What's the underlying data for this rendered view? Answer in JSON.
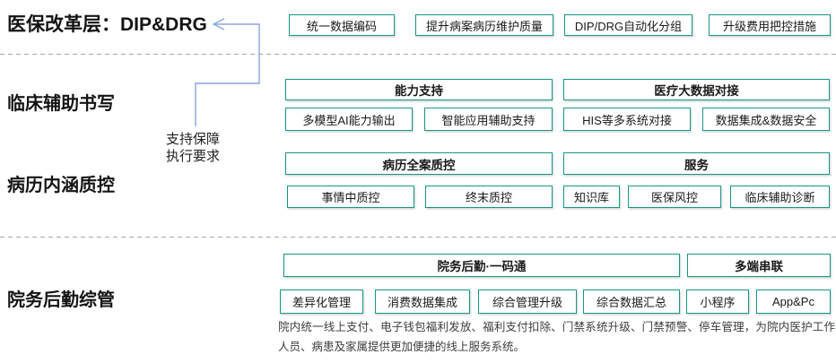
{
  "colors": {
    "box_border": "#169688",
    "connector_line": "#8ba6e0",
    "divider": "#a9a9a9"
  },
  "sections": {
    "reform": {
      "title": "医保改革层：DIP&DRG",
      "items": [
        "统一数据编码",
        "提升病案病历维护质量",
        "DIP/DRG自动化分组",
        "升级费用把控措施"
      ]
    },
    "middle": {
      "labels": [
        "临床辅助书写",
        "病历内涵质控"
      ],
      "note_line1": "支持保障",
      "note_line2": "执行要求",
      "groups_row1": [
        {
          "header": "能力支持",
          "items": [
            "多模型AI能力输出",
            "智能应用辅助支持"
          ]
        },
        {
          "header": "医疗大数据对接",
          "items": [
            "HIS等多系统对接",
            "数据集成&数据安全"
          ]
        }
      ],
      "groups_row2": [
        {
          "header": "病历全案质控",
          "items": [
            "事情中质控",
            "终末质控"
          ]
        },
        {
          "header": "服务",
          "items": [
            "知识库",
            "医保风控",
            "临床辅助诊断"
          ]
        }
      ]
    },
    "logistics": {
      "label": "院务后勤综管",
      "headers": [
        "院务后勤·一码通",
        "多端串联"
      ],
      "items": [
        "差异化管理",
        "消费数据集成",
        "综合管理升级",
        "综合数据汇总",
        "小程序",
        "App&Pc"
      ],
      "caption": "院内统一线上支付、电子钱包福利发放、福利支付扣除、门禁系统升级、门禁预警、停车管理，为院内医护工作人员、病患及家属提供更加便捷的线上服务系统。"
    }
  }
}
